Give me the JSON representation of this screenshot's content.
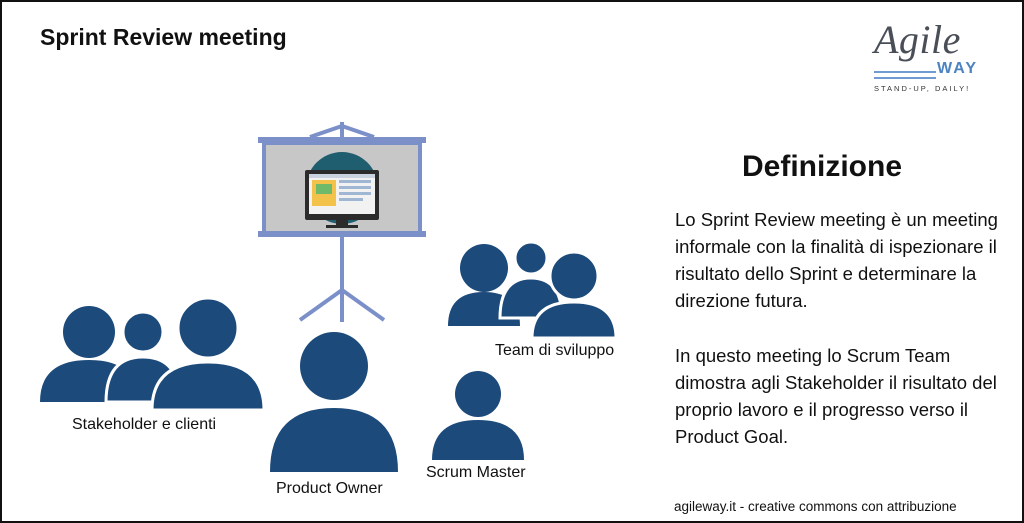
{
  "page": {
    "title": "Sprint Review meeting"
  },
  "logo": {
    "agile": "Agile",
    "way": "WAY",
    "tagline": "STAND-UP, DAILY!"
  },
  "definition": {
    "heading": "Definizione",
    "paragraph_1": "Lo Sprint Review meeting è un meeting informale con la finalità di ispezionare il risultato dello Sprint e determinare la direzione futura.",
    "paragraph_2": "In questo meeting lo Scrum Team dimostra agli Stakeholder il risultato del proprio lavoro e il progresso verso il Product Goal."
  },
  "groups": {
    "stakeholders": "Stakeholder e clienti",
    "product_owner": "Product Owner",
    "scrum_master": "Scrum Master",
    "dev_team": "Team di sviluppo"
  },
  "footer": {
    "credit": "agileway.it - creative commons con attribuzione"
  },
  "colors": {
    "person": "#1c4a7a",
    "board_frame": "#7b8fc9",
    "board_screen": "#c7c7c7",
    "monitor_circle": "#1f5e6e",
    "logo_blue": "#4c83c0"
  },
  "icons": {
    "people": "person-icon",
    "board": "presentation-board-icon",
    "monitor": "monitor-icon"
  }
}
